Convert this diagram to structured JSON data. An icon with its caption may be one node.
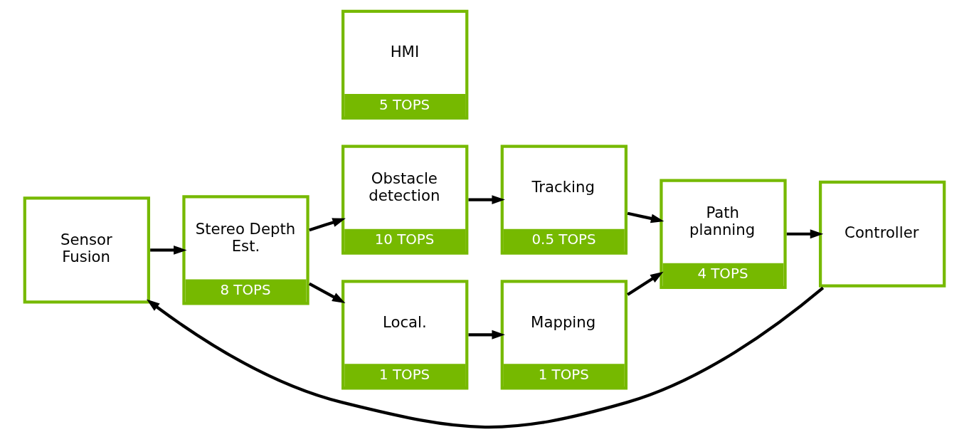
{
  "diagram": {
    "nodes": [
      {
        "text": [
          "HMI",
          "5 TOPS"
        ]
      },
      {
        "text": [
          "Sensor Fusion"
        ]
      },
      {
        "text": [
          "Stereo Depth Est.",
          "8 TOPS"
        ]
      },
      {
        "text": [
          "Obstacle detection",
          "10 TOPS"
        ]
      },
      {
        "text": [
          "Tracking",
          "0.5 TOPS"
        ]
      },
      {
        "text": [
          "Local.",
          "1 TOPS"
        ]
      },
      {
        "text": [
          "Mapping",
          "1 TOPS"
        ]
      },
      {
        "text": [
          "Path planning",
          "4 TOPS"
        ]
      },
      {
        "text": [
          "Controller"
        ]
      }
    ],
    "edges": [
      {
        "from": 1,
        "to": 2,
        "arrow": "to"
      },
      {
        "from": 2,
        "to": 3,
        "arrow": "to"
      },
      {
        "from": 2,
        "to": 5,
        "arrow": "to"
      },
      {
        "from": 3,
        "to": 4,
        "arrow": "to"
      },
      {
        "from": 5,
        "to": 6,
        "arrow": "to"
      },
      {
        "from": 4,
        "to": 7,
        "arrow": "to"
      },
      {
        "from": 6,
        "to": 7,
        "arrow": "to"
      },
      {
        "from": 7,
        "to": 8,
        "arrow": "to"
      },
      {
        "from": 8,
        "to": 1,
        "arrow": "to"
      }
    ]
  }
}
